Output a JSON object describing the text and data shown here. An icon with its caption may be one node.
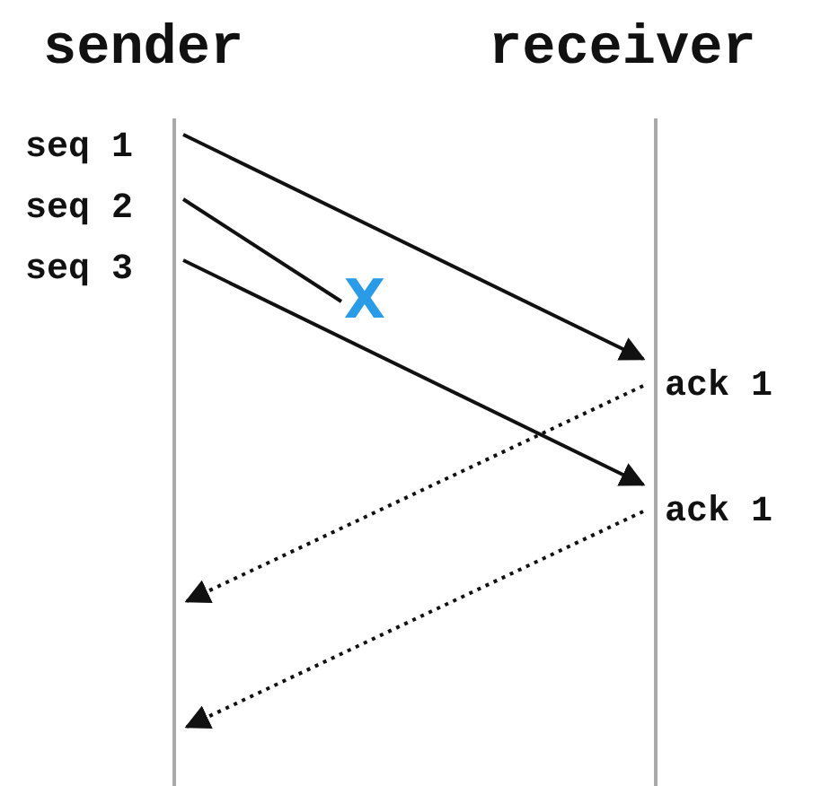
{
  "diagram": {
    "nodes": [
      {
        "text": [
          "sender"
        ]
      },
      {
        "text": [
          "receiver"
        ]
      },
      {
        "text": [
          "seq 1"
        ]
      },
      {
        "text": [
          "seq 2"
        ]
      },
      {
        "text": [
          "seq 3"
        ]
      },
      {
        "text": [
          "X"
        ]
      },
      {
        "text": [
          "ack 1"
        ]
      },
      {
        "text": [
          "ack 1"
        ]
      }
    ],
    "edges": [
      {
        "from": 2,
        "to": 6,
        "arrow": "to"
      },
      {
        "from": 3,
        "to": 5,
        "arrow": "none"
      },
      {
        "from": 4,
        "to": 7,
        "arrow": "to"
      },
      {
        "from": 6,
        "to": null,
        "arrow": "to",
        "style": "dashed"
      },
      {
        "from": 7,
        "to": null,
        "arrow": "to",
        "style": "dashed"
      }
    ]
  }
}
